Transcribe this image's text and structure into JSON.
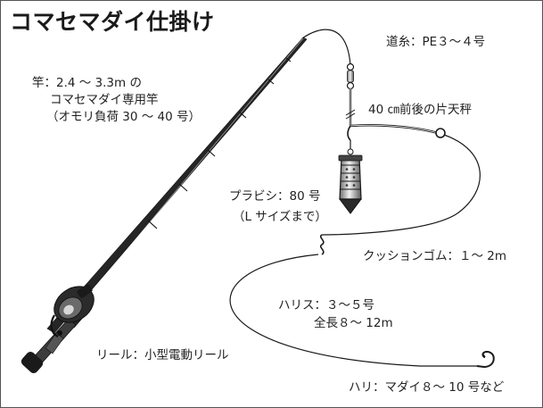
{
  "title": "コマセマダイ仕掛け",
  "labels": {
    "line": "道糸：PE３～４号",
    "rod_1": "竿：2.4 ～ 3.3m の",
    "rod_2": "コマセマダイ専用竿",
    "rod_3": "（オモリ負荷 30 ～ 40 号）",
    "tenbin": "40 ㎝前後の片天秤",
    "sinker_1": "プラビシ：80 号",
    "sinker_2": "（L サイズまで）",
    "cushion": "クッションゴム：１～ 2m",
    "harisu_1": "ハリス：３～５号",
    "harisu_2": "全長８～ 12m",
    "reel": "リール：小型電動リール",
    "hook": "ハリ：マダイ８～ 10 号など"
  },
  "colors": {
    "ink": "#1a1a1a",
    "metal_light": "#e8e8e8",
    "metal_dark": "#6e6e6e",
    "background": "#ffffff",
    "border": "#555555"
  }
}
